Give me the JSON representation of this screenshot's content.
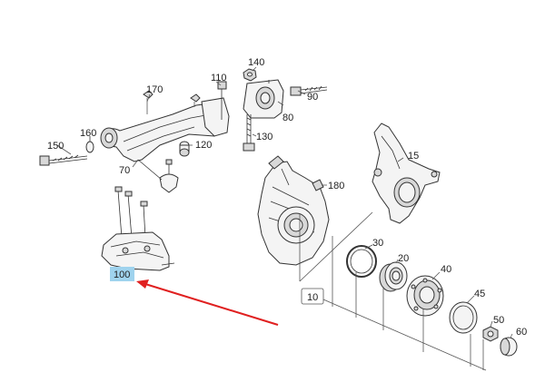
{
  "diagram": {
    "callouts": {
      "c10": "10",
      "c15": "15",
      "c20": "20",
      "c30": "30",
      "c40": "40",
      "c45": "45",
      "c50": "50",
      "c60": "60",
      "c70": "70",
      "c80": "80",
      "c90": "90",
      "c100": "100",
      "c110": "110",
      "c120": "120",
      "c130": "130",
      "c140": "140",
      "c150": "150",
      "c160": "160",
      "c170": "170",
      "c180": "180"
    },
    "highlight": {
      "callout": "100",
      "color": "#9fd3ee",
      "arrow_color": "#e02020"
    }
  }
}
